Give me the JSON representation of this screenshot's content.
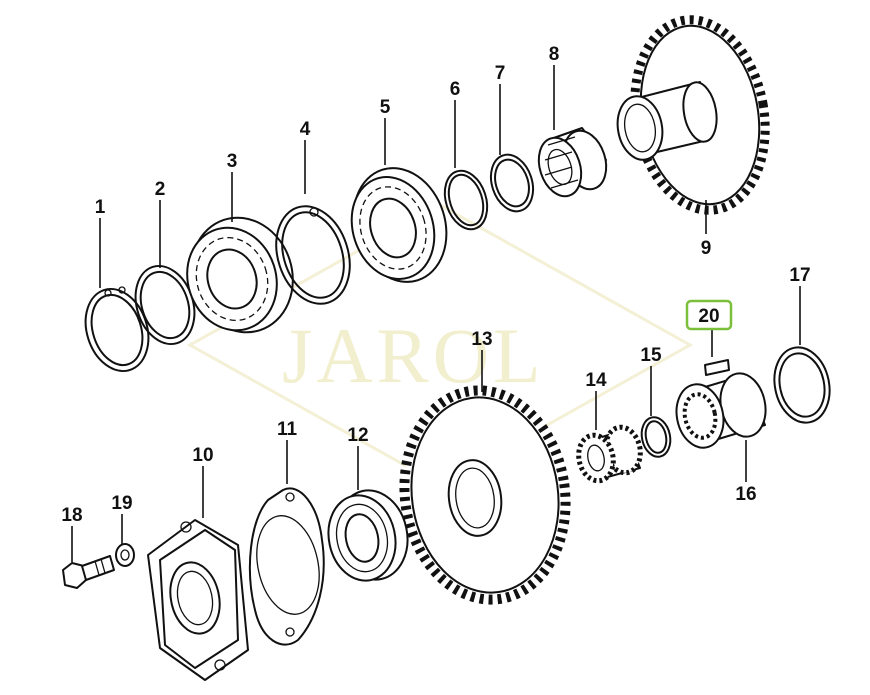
{
  "watermark": {
    "text": "JAROL",
    "color": "#f2efcf"
  },
  "highlight": {
    "target": "20",
    "color": "#7cbf3a"
  },
  "callouts": [
    {
      "id": "1",
      "text": "1"
    },
    {
      "id": "2",
      "text": "2"
    },
    {
      "id": "3",
      "text": "3"
    },
    {
      "id": "4",
      "text": "4"
    },
    {
      "id": "5",
      "text": "5"
    },
    {
      "id": "6",
      "text": "6"
    },
    {
      "id": "7",
      "text": "7"
    },
    {
      "id": "8",
      "text": "8"
    },
    {
      "id": "9",
      "text": "9"
    },
    {
      "id": "10",
      "text": "10"
    },
    {
      "id": "11",
      "text": "11"
    },
    {
      "id": "12",
      "text": "12"
    },
    {
      "id": "13",
      "text": "13"
    },
    {
      "id": "14",
      "text": "14"
    },
    {
      "id": "15",
      "text": "15"
    },
    {
      "id": "16",
      "text": "16"
    },
    {
      "id": "17",
      "text": "17"
    },
    {
      "id": "18",
      "text": "18"
    },
    {
      "id": "19",
      "text": "19"
    },
    {
      "id": "20",
      "text": "20"
    }
  ]
}
